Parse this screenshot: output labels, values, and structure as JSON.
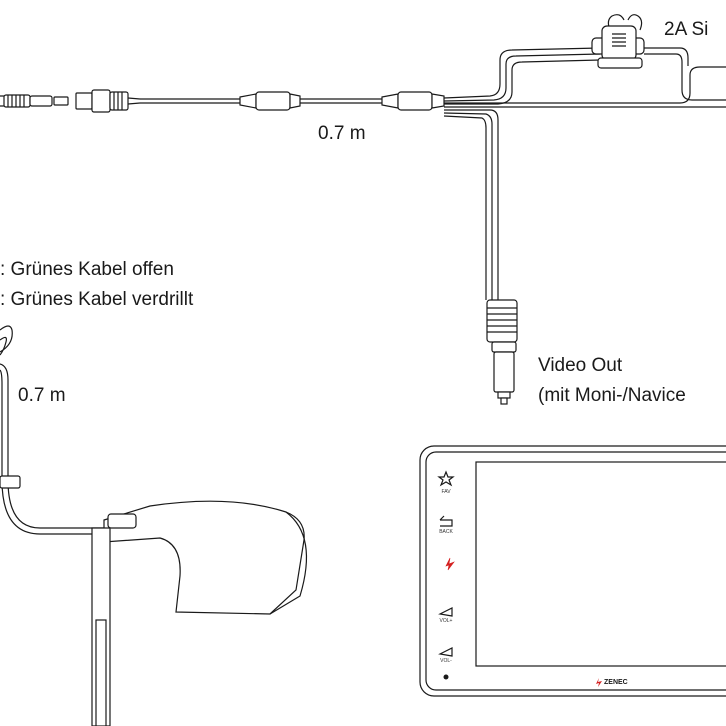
{
  "labels": {
    "fuse": "2A Si",
    "cable_length_top": "0.7 m",
    "cable_length_left": "0.7 m",
    "green_open": ": Grünes Kabel offen",
    "green_twisted": ": Grünes Kabel verdrillt",
    "video_out_line1": "Video Out",
    "video_out_line2": "(mit Moni-/Navice"
  },
  "head_unit": {
    "buttons": [
      "FAV",
      "BACK",
      "VOL+",
      "VOL-"
    ],
    "brand": "ZENEC"
  }
}
